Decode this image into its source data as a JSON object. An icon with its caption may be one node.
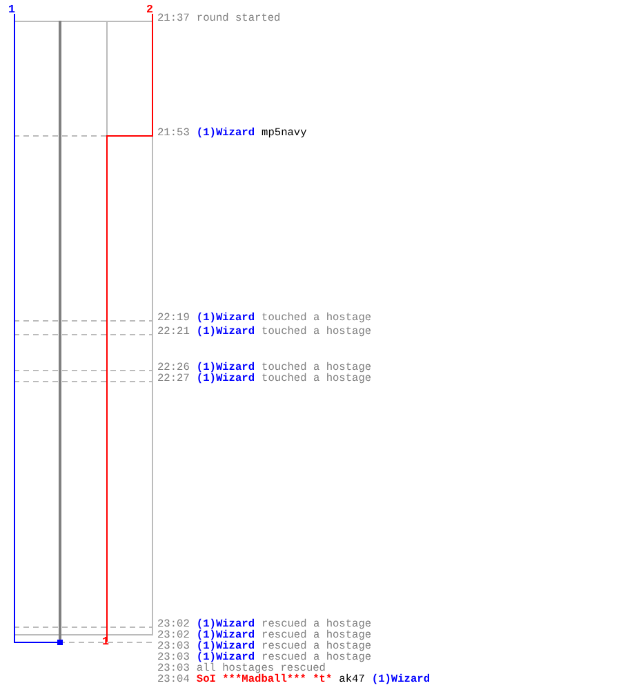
{
  "diagram": {
    "labels": [
      "1",
      "2",
      "21:37",
      "round started",
      "21:53",
      "(1)Wizard",
      "mp5navy",
      "22:19",
      "(1)Wizard",
      "touched a hostage",
      "22:21",
      "(1)Wizard",
      "touched a hostage",
      "22:26",
      "(1)Wizard",
      "touched a hostage",
      "22:27",
      "(1)Wizard",
      "touched a hostage",
      "23:02",
      "(1)Wizard",
      "rescued a hostage",
      "1",
      "23:02",
      "(1)Wizard",
      "rescued a hostage",
      "23:03",
      "(1)Wizard",
      "rescued a hostage",
      "23:03",
      "(1)Wizard",
      "rescued a hostage",
      "23:03",
      "all hostages rescued",
      "23:04",
      "SoI ***Madball*** *t*",
      "ak47",
      "(1)Wizard"
    ]
  }
}
